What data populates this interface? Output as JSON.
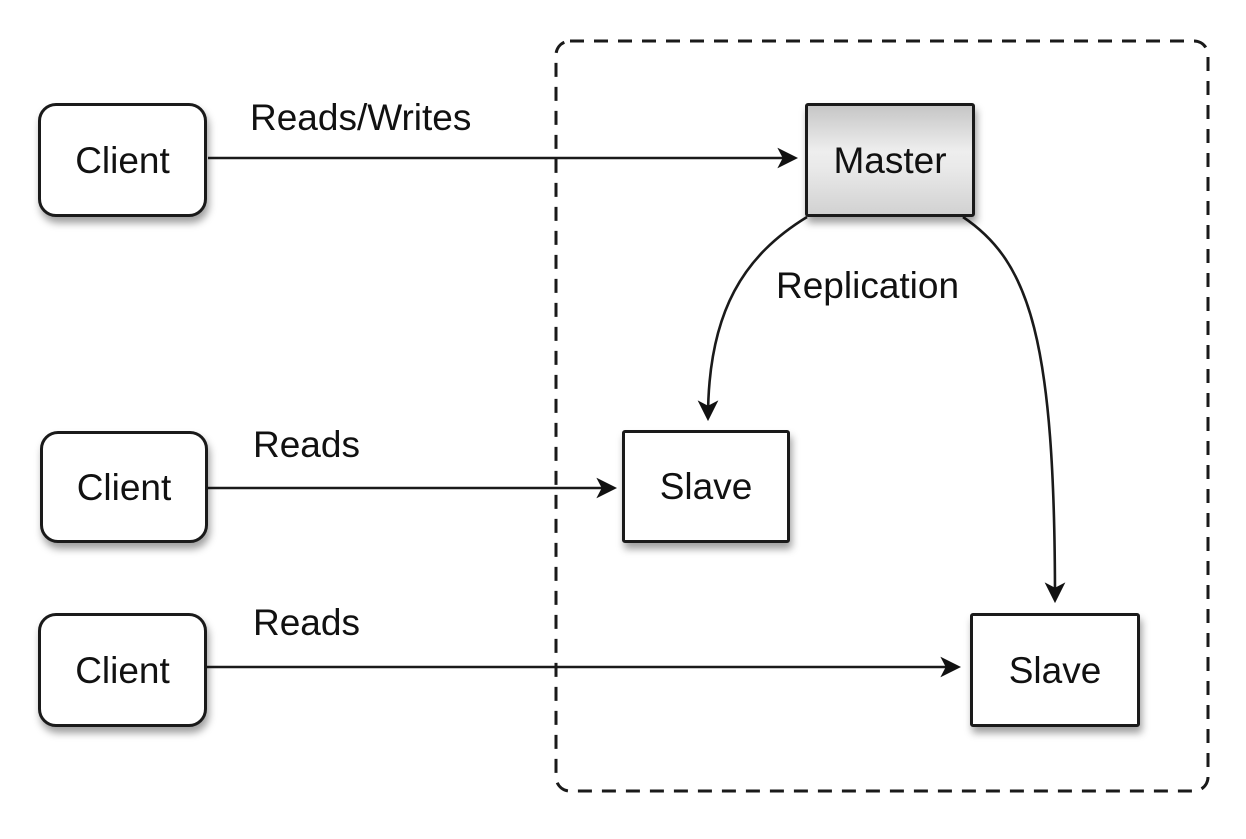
{
  "nodes": {
    "clients": [
      {
        "label": "Client"
      },
      {
        "label": "Client"
      },
      {
        "label": "Client"
      }
    ],
    "master": {
      "label": "Master"
    },
    "slaves": [
      {
        "label": "Slave"
      },
      {
        "label": "Slave"
      }
    ]
  },
  "edges": [
    {
      "from": "client-1",
      "to": "master",
      "label": "Reads/Writes"
    },
    {
      "from": "client-2",
      "to": "slave-1",
      "label": "Reads"
    },
    {
      "from": "client-3",
      "to": "slave-2",
      "label": "Reads"
    },
    {
      "from": "master",
      "to": "slave-1",
      "label": "Replication"
    },
    {
      "from": "master",
      "to": "slave-2",
      "label": "Replication"
    }
  ],
  "colors": {
    "stroke": "#1a1a1a",
    "node_fill": "#ffffff",
    "master_gradient_top": "#c6c6c6",
    "master_gradient_mid": "#eeeeee",
    "master_gradient_bottom": "#d2d2d2",
    "text": "#111111",
    "background": "#ffffff"
  }
}
